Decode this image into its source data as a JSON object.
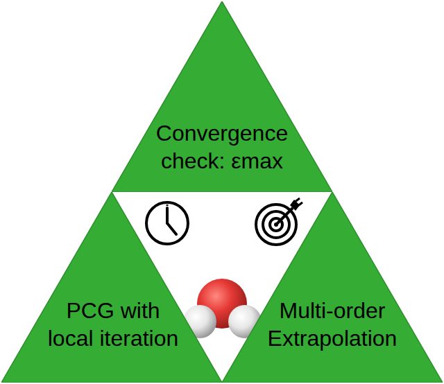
{
  "diagram": {
    "nodes": [
      {
        "text": [
          "Convergence check: εmax"
        ]
      },
      {
        "text": [
          "PCG with local iteration"
        ]
      },
      {
        "text": [
          "Multi-order Extrapolation"
        ]
      }
    ]
  }
}
